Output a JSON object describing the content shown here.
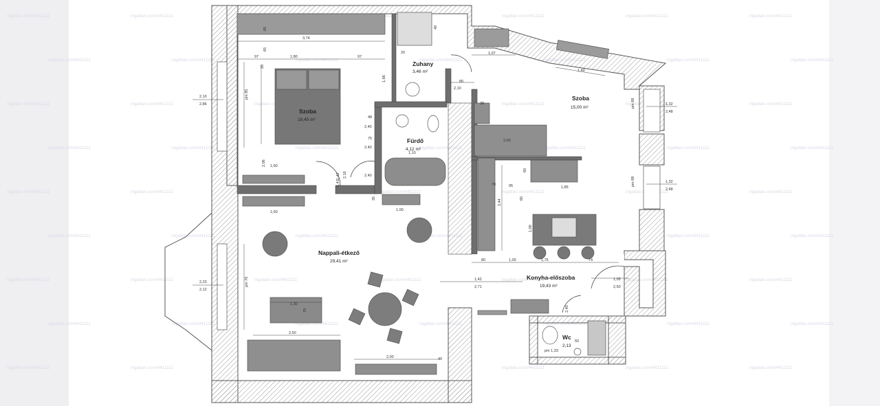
{
  "rooms": [
    {
      "id": "szoba-left",
      "name": "Szoba",
      "area": "18,45 m²"
    },
    {
      "id": "zuhany",
      "name": "Zuhany",
      "area": "3,46 m²"
    },
    {
      "id": "szoba-right",
      "name": "Szoba",
      "area": "15,00 m²"
    },
    {
      "id": "furdo",
      "name": "Fürdő",
      "area": "4,12 m²"
    },
    {
      "id": "nappali",
      "name": "Nappali-étkező",
      "area": "29,41 m²"
    },
    {
      "id": "konyha",
      "name": "Konyha-előszoba",
      "area": "19,43 m²"
    },
    {
      "id": "wc",
      "name": "Wc",
      "area": "2,13"
    }
  ],
  "dims": [
    "3,74",
    "1,80",
    "97",
    "97",
    "2,10",
    "2,86",
    "1,60",
    "1,60",
    "1,00",
    "1,30",
    "2,50",
    "2,00",
    "2,23",
    "2,12",
    "1,42",
    "2,71",
    "1,05",
    "2,50",
    "1,32",
    "2,48",
    "1,32",
    "2,48",
    "1,07",
    "1,40",
    "2,00",
    "1,85",
    "80",
    "1,00",
    "1,75",
    "74",
    "95",
    "2,44",
    "1,00",
    "80",
    "2,10",
    "2,40",
    "2,40",
    "2,40",
    "1,10",
    "1,42",
    "pm 85",
    "pm 88",
    "pm 88",
    "pm 76",
    "pm 1,33",
    "40",
    "60",
    "20",
    "65",
    "85",
    "1,66",
    "48",
    "75",
    "70",
    "2,06",
    "1,41",
    "2,16",
    "60",
    "35",
    "38",
    "40",
    "70",
    "2,40",
    "50",
    "20"
  ],
  "watermark": "ingatlan.com/4411111"
}
